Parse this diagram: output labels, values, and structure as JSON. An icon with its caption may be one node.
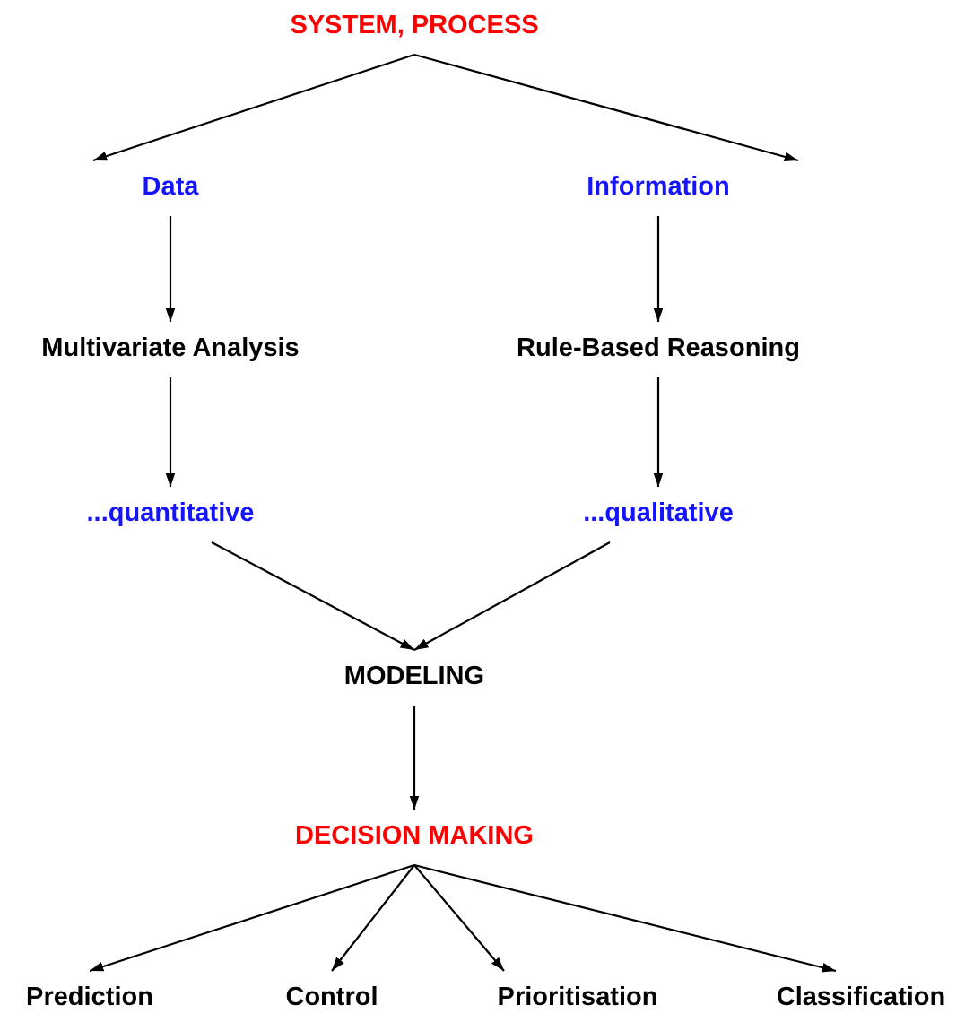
{
  "diagram": {
    "nodes": [
      {
        "text": [
          "SYSTEM, PROCESS"
        ]
      },
      {
        "text": [
          "Data"
        ]
      },
      {
        "text": [
          "Information"
        ]
      },
      {
        "text": [
          "Multivariate Analysis"
        ]
      },
      {
        "text": [
          "Rule-Based Reasoning"
        ]
      },
      {
        "text": [
          "...quantitative"
        ]
      },
      {
        "text": [
          "...qualitative"
        ]
      },
      {
        "text": [
          "MODELING"
        ]
      },
      {
        "text": [
          "DECISION MAKING"
        ]
      },
      {
        "text": [
          "Prediction"
        ]
      },
      {
        "text": [
          "Control"
        ]
      },
      {
        "text": [
          "Prioritisation"
        ]
      },
      {
        "text": [
          "Classification"
        ]
      }
    ],
    "edges": [
      {
        "from": 0,
        "to": 1,
        "arrow": "to"
      },
      {
        "from": 0,
        "to": 2,
        "arrow": "to"
      },
      {
        "from": 1,
        "to": 3,
        "arrow": "to"
      },
      {
        "from": 2,
        "to": 4,
        "arrow": "to"
      },
      {
        "from": 3,
        "to": 5,
        "arrow": "to"
      },
      {
        "from": 4,
        "to": 6,
        "arrow": "to"
      },
      {
        "from": 5,
        "to": 7,
        "arrow": "to"
      },
      {
        "from": 6,
        "to": 7,
        "arrow": "to"
      },
      {
        "from": 7,
        "to": 8,
        "arrow": "to"
      },
      {
        "from": 8,
        "to": 9,
        "arrow": "to"
      },
      {
        "from": 8,
        "to": 10,
        "arrow": "to"
      },
      {
        "from": 8,
        "to": 11,
        "arrow": "to"
      },
      {
        "from": 8,
        "to": 12,
        "arrow": "to"
      }
    ]
  }
}
